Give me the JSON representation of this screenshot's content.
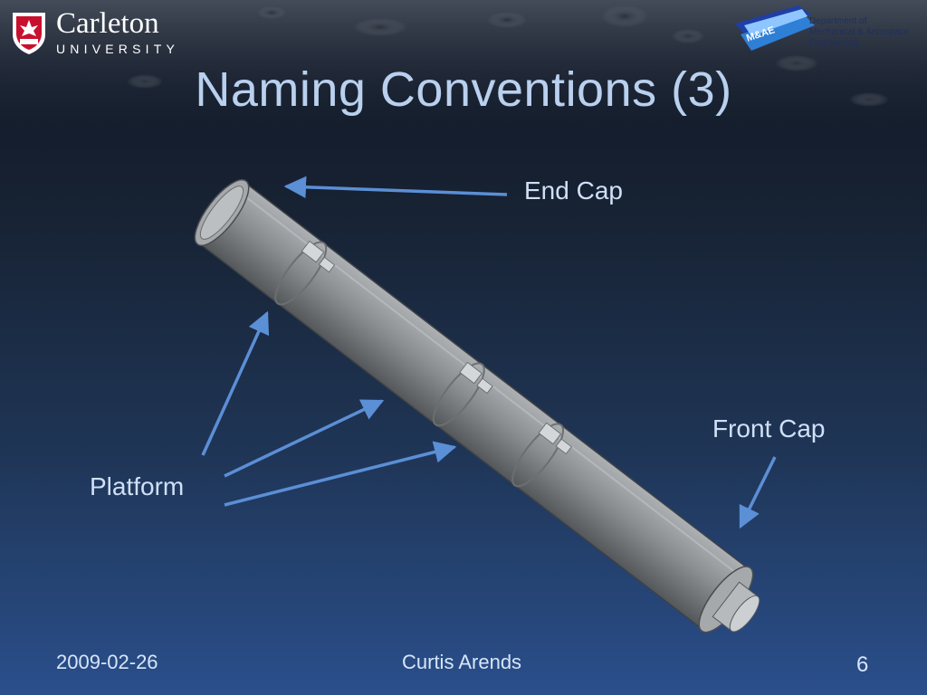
{
  "slide": {
    "title": "Naming Conventions (3)",
    "logo_left": {
      "line1": "Carleton",
      "line2": "UNIVERSITY"
    },
    "logo_right": {
      "badge": "M&AE",
      "line1": "Department of",
      "line2": "Mechanical & Aerospace",
      "line3": "Engineering"
    },
    "labels": {
      "end_cap": "End Cap",
      "front_cap": "Front Cap",
      "platform": "Platform"
    },
    "footer": {
      "date": "2009-02-26",
      "author": "Curtis Arends",
      "page_number": "6"
    },
    "colors": {
      "title": "#b9d0ee",
      "arrow": "#5b8fd6",
      "tube": "#8a8d90"
    }
  }
}
